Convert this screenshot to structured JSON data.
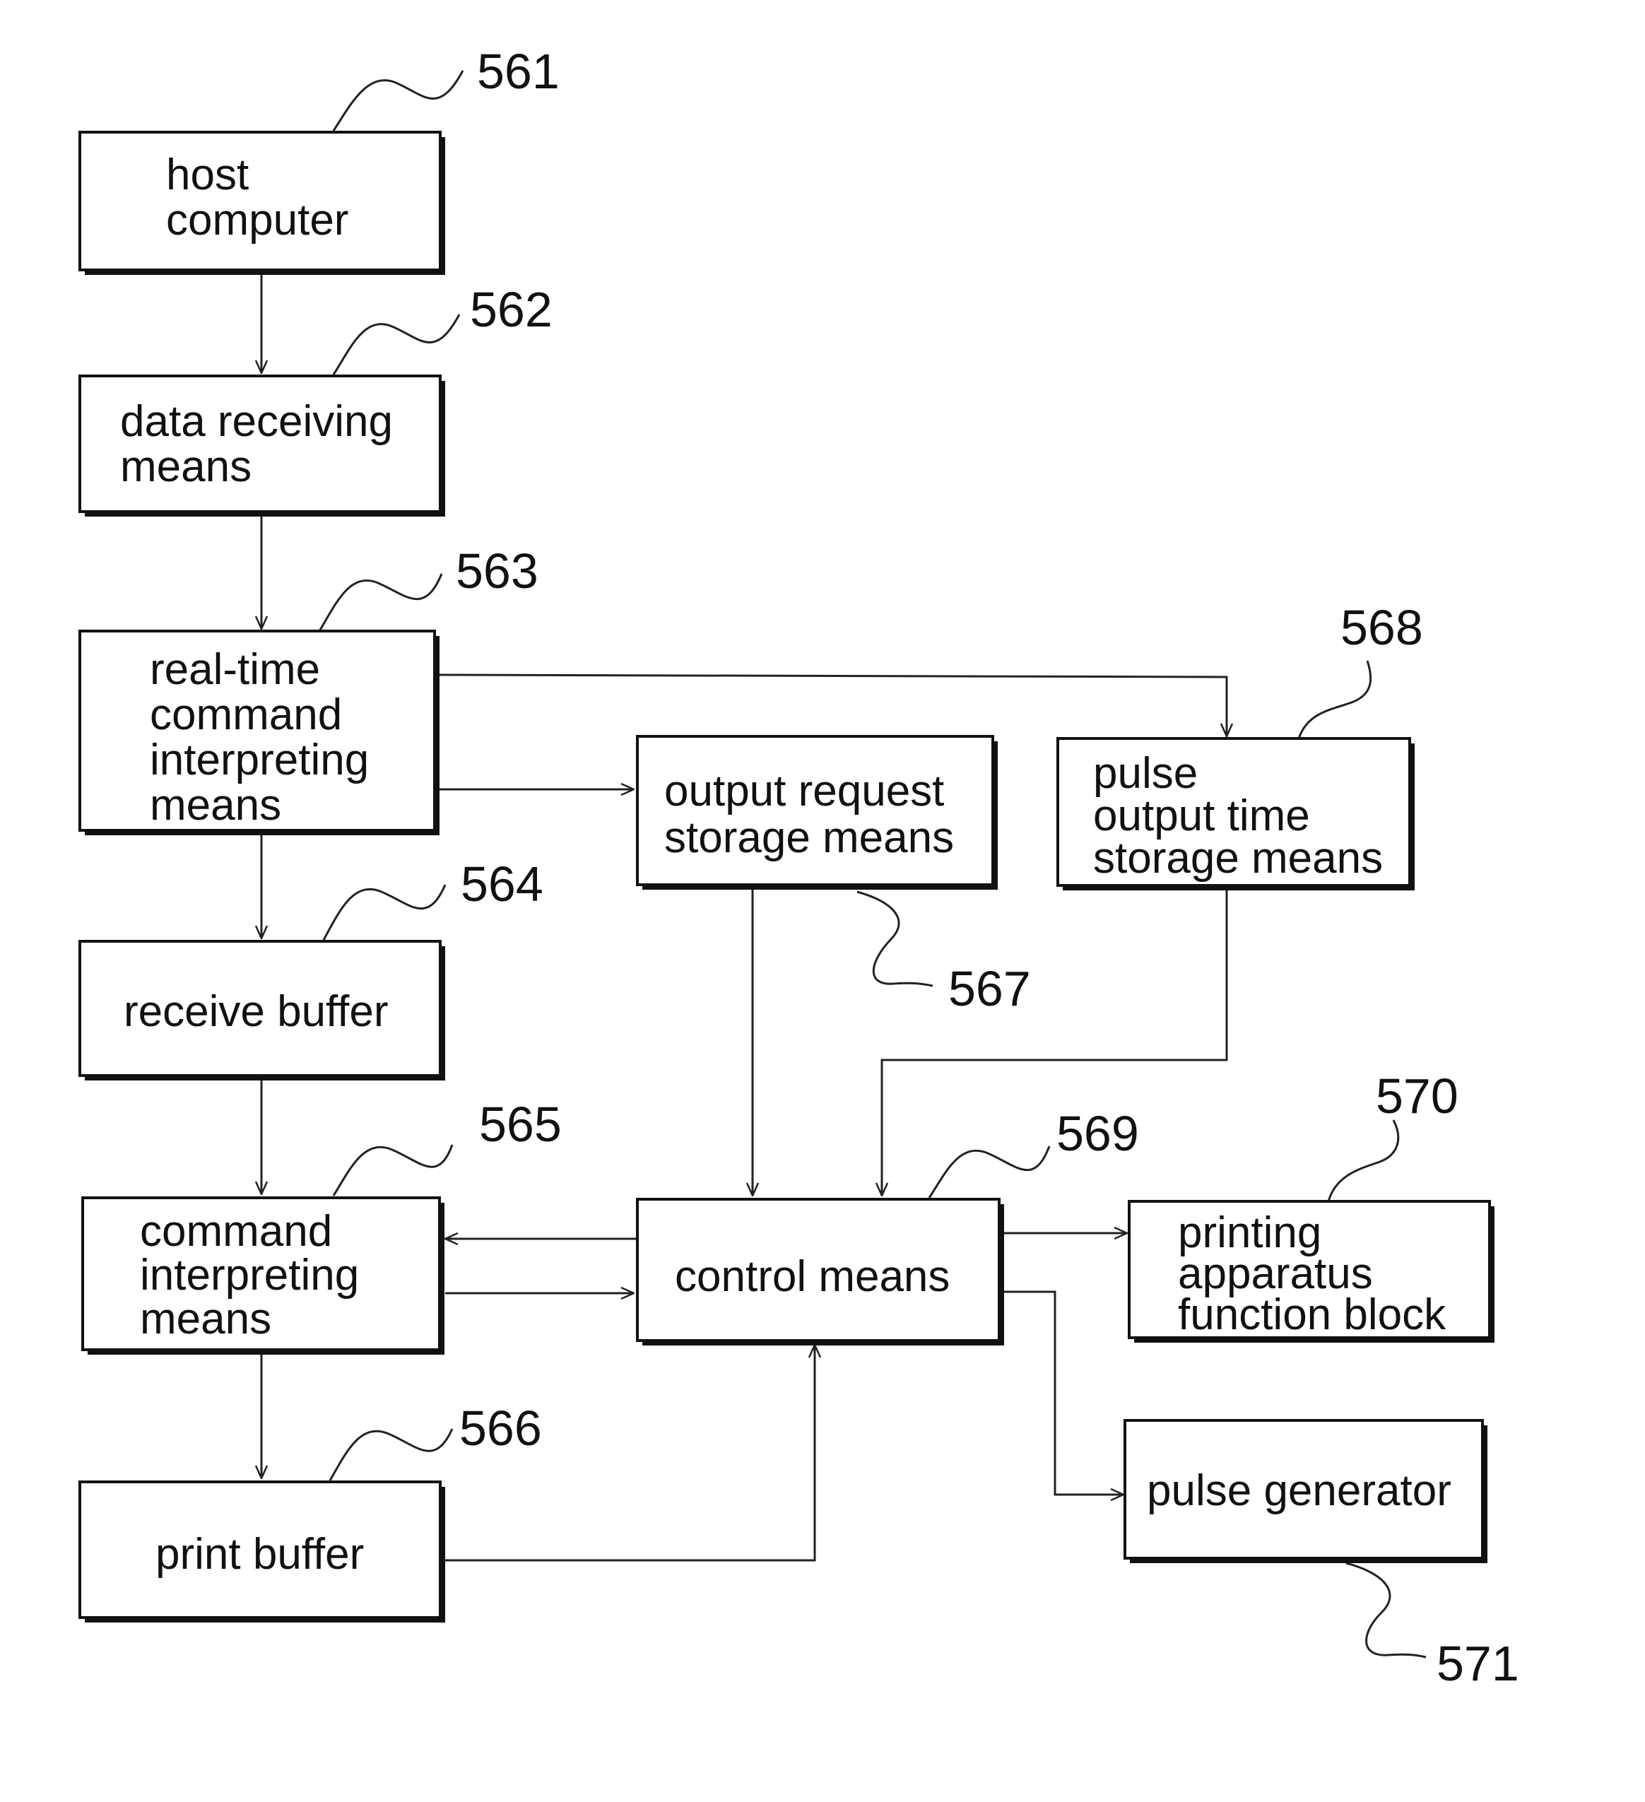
{
  "diagram": {
    "blocks": [
      {
        "id": "561",
        "label_lines": [
          "host",
          "computer"
        ]
      },
      {
        "id": "562",
        "label_lines": [
          "data receiving",
          "means"
        ]
      },
      {
        "id": "563",
        "label_lines": [
          "real-time",
          "command",
          "interpreting",
          "means"
        ]
      },
      {
        "id": "564",
        "label_lines": [
          "receive buffer"
        ]
      },
      {
        "id": "565",
        "label_lines": [
          "command",
          "interpreting",
          "means"
        ]
      },
      {
        "id": "566",
        "label_lines": [
          "print buffer"
        ]
      },
      {
        "id": "567",
        "label_lines": [
          "output request",
          "storage means"
        ]
      },
      {
        "id": "568",
        "label_lines": [
          "pulse",
          "output time",
          "storage means"
        ]
      },
      {
        "id": "569",
        "label_lines": [
          "control means"
        ]
      },
      {
        "id": "570",
        "label_lines": [
          "printing",
          "apparatus",
          "function block"
        ]
      },
      {
        "id": "571",
        "label_lines": [
          "pulse generator"
        ]
      }
    ],
    "reference_numerals": [
      "561",
      "562",
      "563",
      "564",
      "565",
      "566",
      "567",
      "568",
      "569",
      "570",
      "571"
    ],
    "connections": [
      {
        "from": "561",
        "to": "562"
      },
      {
        "from": "562",
        "to": "563"
      },
      {
        "from": "563",
        "to": "564"
      },
      {
        "from": "563",
        "to": "567"
      },
      {
        "from": "563",
        "to": "568"
      },
      {
        "from": "564",
        "to": "565"
      },
      {
        "from": "565",
        "to": "566"
      },
      {
        "from": "565",
        "to": "569"
      },
      {
        "from": "569",
        "to": "565"
      },
      {
        "from": "566",
        "to": "569"
      },
      {
        "from": "567",
        "to": "569"
      },
      {
        "from": "568",
        "to": "569"
      },
      {
        "from": "569",
        "to": "570"
      },
      {
        "from": "569",
        "to": "571"
      }
    ]
  }
}
